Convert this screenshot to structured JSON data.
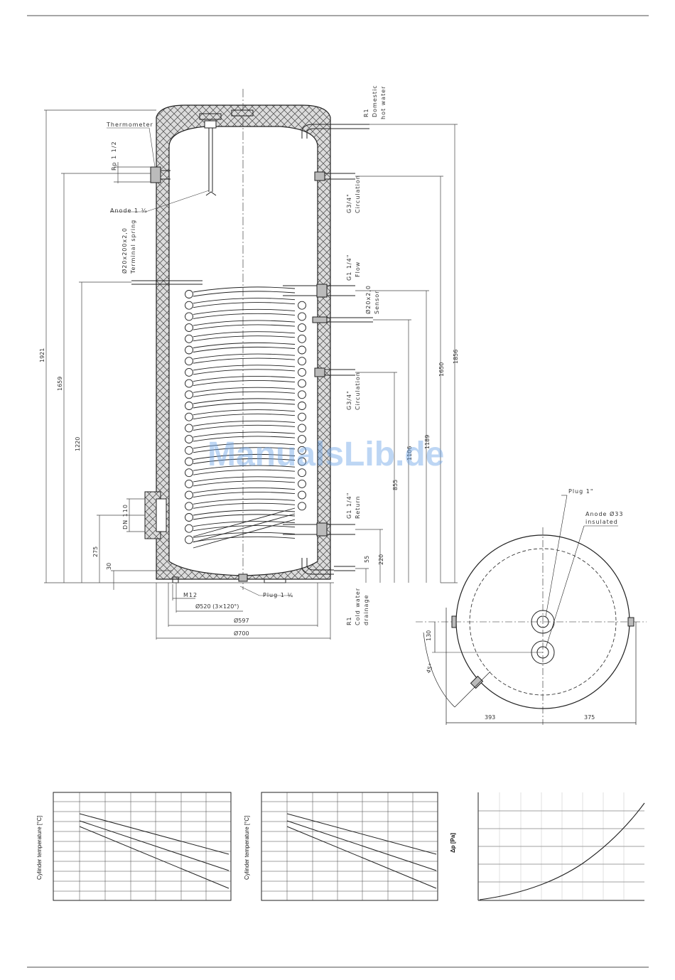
{
  "labels": {
    "thermometer": "Thermometer",
    "rp": "Rp 1 1/2",
    "anode": "Anode 1 ¼",
    "terminal_spring": "Ø20x200x2,0",
    "terminal_spring2": "Terminal spring",
    "dn110": "DN 110",
    "m12": "M12",
    "plug_bottom": "Plug 1 ¼",
    "r1_top": "R1",
    "domestic_hot_water": "Domestic",
    "domestic_hot_water2": "hot water",
    "g34_top": "G3/4\"",
    "circulation_top": "Circulation",
    "g114_flow": "G1 1/4\"",
    "flow": "Flow",
    "sensor_size": "Ø20x2,0",
    "sensor": "Sensor",
    "g34_mid": "G3/4\"",
    "circulation_mid": "Circulation",
    "g114_return": "G1 1/4\"",
    "return": "Return",
    "r1_bottom": "R1",
    "cold_water": "Cold water",
    "drainage": "drainage",
    "plug1": "Plug 1\"",
    "anode33": "Anode Ø33",
    "insulated": "insulated"
  },
  "dims": {
    "d1921": "1921",
    "d1659": "1659",
    "d1220": "1220",
    "d275": "275",
    "d30": "30",
    "d1856": "1856",
    "d1650": "1650",
    "d1189": "1189",
    "d1106": "1106",
    "d855": "855",
    "d220": "220",
    "d55": "55",
    "d520": "Ø520 (3×120°)",
    "d597": "Ø597",
    "d700": "Ø700",
    "d130": "130",
    "d45": "45°",
    "d393": "393",
    "d375": "375"
  },
  "charts": {
    "chart1_ylabel": "Cylinder temperature [°C]",
    "chart2_ylabel": "Cylinder temperature [°C]",
    "chart3_ylabel": "Δp [Pa]"
  },
  "watermark": "ManualsLib.de",
  "colors": {
    "line": "#222222",
    "insulation_fill": "#d9d9d9",
    "rule": "#888888",
    "watermark": "#6fa6e8"
  }
}
